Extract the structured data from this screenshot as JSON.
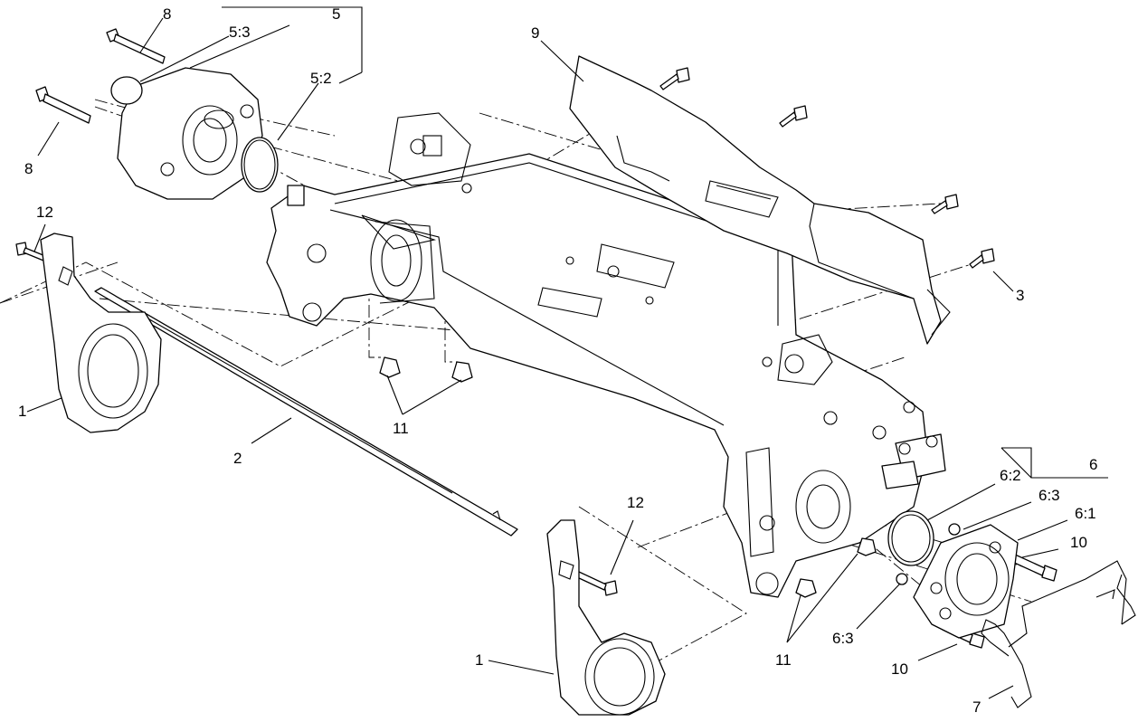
{
  "callouts": {
    "c1a": "1",
    "c1b": "1",
    "c2": "2",
    "c3": "3",
    "c5": "5",
    "c5_2": "5:2",
    "c5_3": "5:3",
    "c6": "6",
    "c6_1": "6:1",
    "c6_2": "6:2",
    "c6_3a": "6:3",
    "c6_3b": "6:3",
    "c7": "7",
    "c8a": "8",
    "c8b": "8",
    "c9": "9",
    "c10a": "10",
    "c10b": "10",
    "c11a": "11",
    "c11b": "11",
    "c12a": "12",
    "c12b": "12"
  }
}
